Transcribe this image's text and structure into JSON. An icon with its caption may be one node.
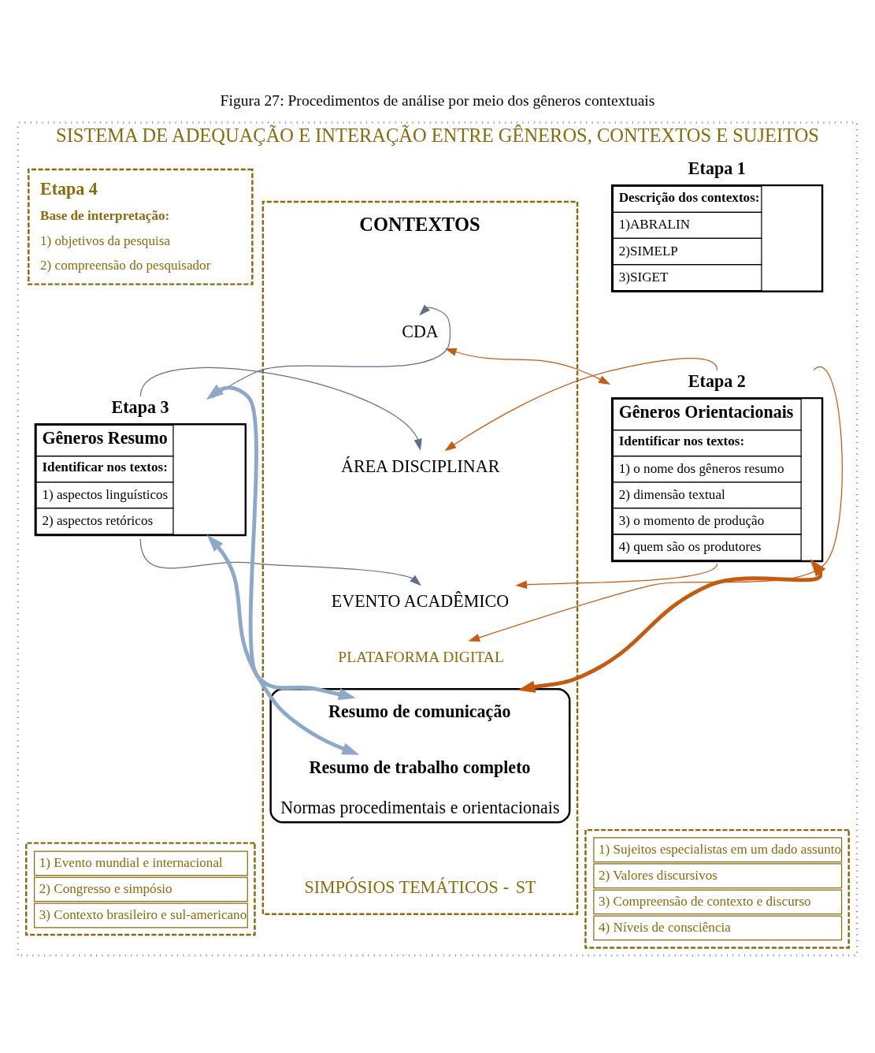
{
  "diagram": {
    "title": "Figura 27: Procedimentos de análise por meio dos gêneros contextuais",
    "nodes": [
      {
        "text": [
          "SISTEMA DE ADEQUAÇÃO E INTERAÇÃO ENTRE GÊNEROS, CONTEXTOS E SUJEITOS"
        ]
      },
      {
        "text": [
          "Etapa 1",
          "Descrição dos contextos:",
          "1)ABRALIN",
          "2)SIMELP",
          "3)SIGET"
        ],
        "in": 0
      },
      {
        "text": [],
        "shape": "box",
        "in": 0
      },
      {
        "text": [
          "CONTEXTOS"
        ],
        "in": 2
      },
      {
        "text": [
          "CDA"
        ],
        "in": 2
      },
      {
        "text": [
          "ÁREA DISCIPLINAR"
        ],
        "in": 2
      },
      {
        "text": [
          "EVENTO ACADÊMICO"
        ],
        "in": 2
      },
      {
        "text": [
          "PLATAFORMA DIGITAL"
        ],
        "in": 2
      },
      {
        "text": [
          "Normas procedimentais e orientacionais"
        ],
        "in": 2
      },
      {
        "text": [
          "Resumo de comunicação"
        ],
        "in": 8
      },
      {
        "text": [
          "Resumo de trabalho completo"
        ],
        "in": 8
      },
      {
        "text": [
          "SIMPÓSIOS TEMÁTICOS",
          "-",
          "ST"
        ],
        "in": 2
      },
      {
        "text": [
          "Etapa 4",
          "Base de interpretação:",
          "1) objetivos da pesquisa",
          "2) compreensão do pesquisador"
        ],
        "in": 0
      },
      {
        "text": [
          "Etapa 2",
          "Gêneros Orientacionais",
          "Identificar nos textos:",
          "1) o nome dos gêneros resumo",
          "2) dimensão textual",
          "3) o momento de produção",
          "4) quem são os produtores"
        ],
        "in": 0
      },
      {
        "text": [
          "1) Sujeitos especialistas em um dado assunto",
          "2) Valores discursivos",
          "3) Compreensão de contexto e discurso",
          "4) Níveis de consciência"
        ],
        "in": 0
      },
      {
        "text": [
          "Etapa 3",
          "Gêneros Resumo",
          "Identificar nos textos:",
          "1) aspectos linguísticos",
          "2) aspectos retóricos"
        ],
        "in": 0
      },
      {
        "text": [
          "1) Evento mundial e internacional",
          "2) Congresso e simpósio",
          "3) Contexto brasileiro e sul-americano"
        ],
        "in": 0
      }
    ],
    "edges": [
      {
        "from": 13,
        "to": 4,
        "arrow": "both",
        "color": "#c55a11"
      },
      {
        "from": 13,
        "to": 5,
        "arrow": "to",
        "color": "#c55a11"
      },
      {
        "from": 13,
        "to": 6,
        "arrow": "to",
        "color": "#c55a11"
      },
      {
        "from": 13,
        "to": 7,
        "arrow": "to",
        "color": "#c55a11"
      },
      {
        "from": 13,
        "to": 8,
        "arrow": "both",
        "style": "thick",
        "color": "#c55a11"
      },
      {
        "from": 15,
        "to": 4,
        "arrow": "to",
        "color": "#5f6f86"
      },
      {
        "from": 15,
        "to": 5,
        "arrow": "to",
        "color": "#5f6f86"
      },
      {
        "from": 15,
        "to": 6,
        "arrow": "to",
        "color": "#5f6f86"
      },
      {
        "from": 15,
        "to": 9,
        "arrow": "both",
        "style": "thick",
        "color": "#8ea9c8"
      },
      {
        "from": 15,
        "to": 10,
        "arrow": "both",
        "style": "thick",
        "color": "#8ea9c8"
      }
    ]
  }
}
